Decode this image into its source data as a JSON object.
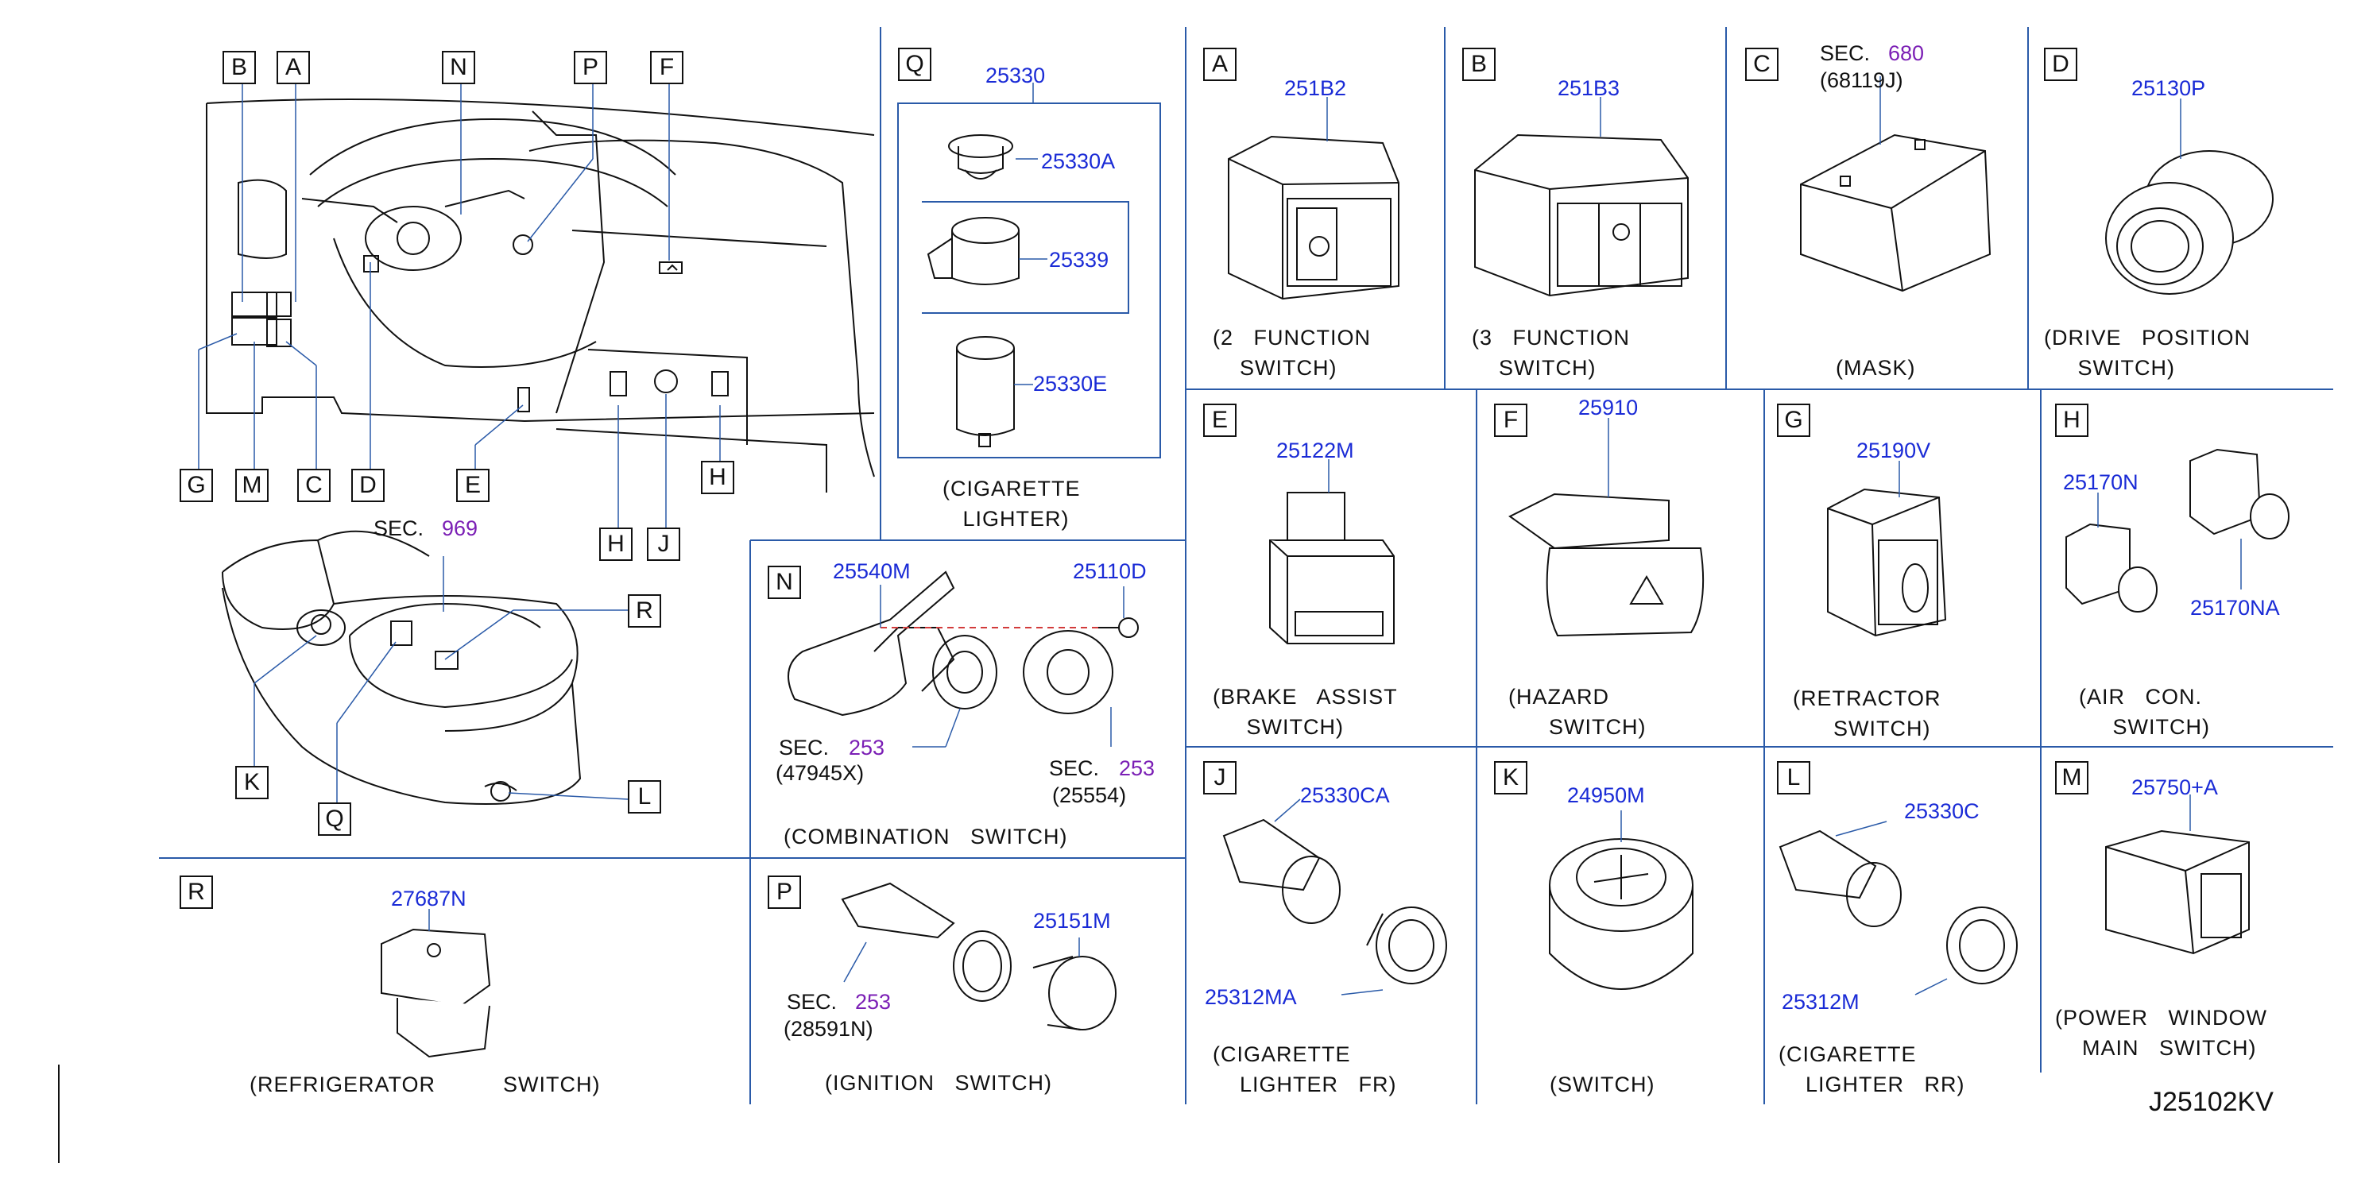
{
  "drawing_code": "J25102KV",
  "overview": {
    "callouts": [
      "B",
      "A",
      "N",
      "P",
      "F",
      "G",
      "M",
      "C",
      "D",
      "E",
      "H",
      "H",
      "J",
      "R",
      "K",
      "Q",
      "L"
    ],
    "sec_top": {
      "label": "SEC.",
      "num": "969"
    }
  },
  "panels": {
    "Q": {
      "letter": "Q",
      "parts": [
        "25330",
        "25330A",
        "25339",
        "25330E"
      ],
      "caption": "(CIGARETTE\n   LIGHTER)"
    },
    "A": {
      "letter": "A",
      "parts": [
        "251B2"
      ],
      "caption": "(2   FUNCTION\n    SWITCH)"
    },
    "B": {
      "letter": "B",
      "parts": [
        "251B3"
      ],
      "caption": "(3   FUNCTION\n    SWITCH)"
    },
    "C": {
      "letter": "C",
      "sec_label": "SEC.",
      "sec_num": "680",
      "sub": "(68119J)",
      "caption": "(MASK)"
    },
    "D": {
      "letter": "D",
      "parts": [
        "25130P"
      ],
      "caption": "(DRIVE   POSITION\n     SWITCH)"
    },
    "N": {
      "letter": "N",
      "parts": [
        "25540M",
        "25110D"
      ],
      "sec1_label": "SEC.",
      "sec1_num": "253",
      "sec1_sub": "(47945X)",
      "sec2_label": "SEC.",
      "sec2_num": "253",
      "sec2_sub": "(25554)",
      "caption": "(COMBINATION   SWITCH)"
    },
    "E": {
      "letter": "E",
      "parts": [
        "25122M"
      ],
      "caption": "(BRAKE   ASSIST\n     SWITCH)"
    },
    "F": {
      "letter": "F",
      "parts": [
        "25910"
      ],
      "caption": "(HAZARD\n      SWITCH)"
    },
    "G": {
      "letter": "G",
      "parts": [
        "25190V"
      ],
      "caption": "(RETRACTOR\n      SWITCH)"
    },
    "H": {
      "letter": "H",
      "parts": [
        "25170N",
        "25170NA"
      ],
      "caption": "(AIR   CON.\n     SWITCH)"
    },
    "R": {
      "letter": "R",
      "parts": [
        "27687N"
      ],
      "caption": "(REFRIGERATOR          SWITCH)"
    },
    "P": {
      "letter": "P",
      "parts": [
        "25151M"
      ],
      "sec_label": "SEC.",
      "sec_num": "253",
      "sub": "(28591N)",
      "caption": "(IGNITION   SWITCH)"
    },
    "J": {
      "letter": "J",
      "parts": [
        "25330CA",
        "25312MA"
      ],
      "caption": "(CIGARETTE\n    LIGHTER   FR)"
    },
    "K": {
      "letter": "K",
      "parts": [
        "24950M"
      ],
      "caption": "(SWITCH)"
    },
    "L": {
      "letter": "L",
      "parts": [
        "25330C",
        "25312M"
      ],
      "caption": "(CIGARETTE\n    LIGHTER   RR)"
    },
    "M": {
      "letter": "M",
      "parts": [
        "25750+A"
      ],
      "caption": "(POWER   WINDOW\n    MAIN   SWITCH)"
    }
  },
  "colors": {
    "part_number": "#1a2bd6",
    "section_ref": "#7b1fb5",
    "grid": "#2a5aa8",
    "line": "#111111",
    "dash": "#d23b3b"
  }
}
